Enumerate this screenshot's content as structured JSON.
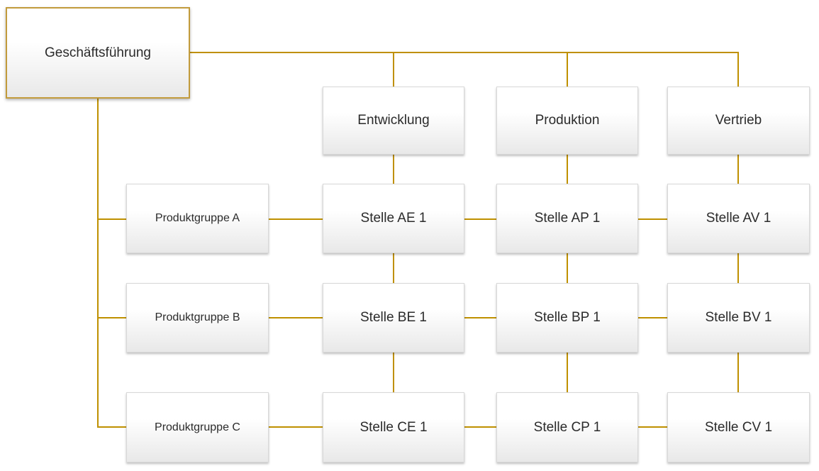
{
  "colors": {
    "connector": "#BF9000",
    "root_border": "#C29B3C",
    "box_border": "#D8D8D8",
    "box_gradient_top": "#FFFFFF",
    "box_gradient_bottom": "#E8E8E8",
    "text": "#2B2B2B",
    "background": "#FFFFFF"
  },
  "nodes": {
    "root": {
      "label": "Geschäftsführung"
    },
    "departments": [
      {
        "label": "Entwicklung"
      },
      {
        "label": "Produktion"
      },
      {
        "label": "Vertrieb"
      }
    ],
    "product_groups": [
      {
        "label": "Produktgruppe A"
      },
      {
        "label": "Produktgruppe B"
      },
      {
        "label": "Produktgruppe C"
      }
    ],
    "cells": [
      [
        "Stelle AE 1",
        "Stelle AP 1",
        "Stelle AV 1"
      ],
      [
        "Stelle BE 1",
        "Stelle BP 1",
        "Stelle BV 1"
      ],
      [
        "Stelle CE 1",
        "Stelle CP 1",
        "Stelle CV 1"
      ]
    ]
  }
}
